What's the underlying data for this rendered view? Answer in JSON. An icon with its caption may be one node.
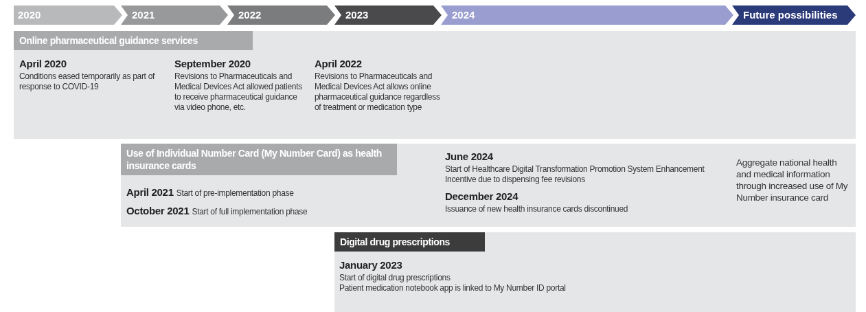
{
  "diagram": {
    "nodes": [
      {
        "text": [
          "2020"
        ]
      },
      {
        "text": [
          "2021"
        ]
      },
      {
        "text": [
          "2022"
        ]
      },
      {
        "text": [
          "2023"
        ]
      },
      {
        "text": [
          "2024"
        ]
      },
      {
        "text": [
          "Future possibilities"
        ]
      },
      {
        "text": [
          "Online pharmaceutical guidance services"
        ]
      },
      {
        "text": [
          "April 2020",
          "Conditions eased temporarily as part of response to COVID-19"
        ],
        "in": 6
      },
      {
        "text": [
          "September 2020",
          "Revisions to Pharmaceuticals and Medical Devices Act allowed patients to receive pharmaceutical guidance via video phone, etc."
        ],
        "in": 6
      },
      {
        "text": [
          "April 2022",
          "Revisions to Pharmaceuticals and Medical Devices Act allows online pharmaceutical guidance regardless of treatment or medication type"
        ],
        "in": 6
      },
      {
        "text": [
          "Use of Individual Number Card (My Number Card) as health insurance cards"
        ]
      },
      {
        "text": [
          "April 2021",
          "Start of pre-implementation phase"
        ],
        "in": 10
      },
      {
        "text": [
          "October 2021",
          "Start of full implementation phase"
        ],
        "in": 10
      },
      {
        "text": [
          "June 2024",
          "Start of Healthcare Digital Transformation Promotion System Enhancement Incentive due to dispensing fee revisions"
        ],
        "in": 10
      },
      {
        "text": [
          "December 2024",
          "Issuance of new health insurance cards discontinued"
        ],
        "in": 10
      },
      {
        "text": [
          "Aggregate national health and medical information through increased use of My Number insurance card"
        ],
        "in": 10
      },
      {
        "text": [
          "Digital drug prescriptions"
        ]
      },
      {
        "text": [
          "January 2023",
          "Start of digital drug prescriptions",
          "Patient medication notebook app is linked to My Number ID portal"
        ],
        "in": 16
      }
    ]
  }
}
